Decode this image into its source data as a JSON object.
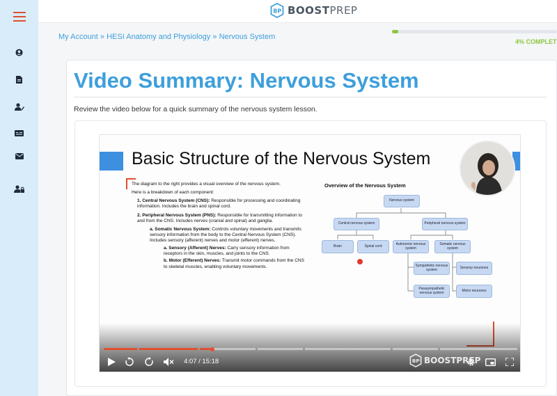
{
  "sidebar": {
    "items": [
      {
        "icon": "hamburger-menu-icon"
      },
      {
        "icon": "user-icon"
      },
      {
        "icon": "document-icon"
      },
      {
        "icon": "user-edit-icon"
      },
      {
        "icon": "billing-icon"
      },
      {
        "icon": "mail-icon"
      },
      {
        "icon": "user-lock-icon"
      }
    ]
  },
  "header": {
    "logo_bold": "BOOST",
    "logo_light": "PREP"
  },
  "breadcrumb": {
    "items": [
      "My Account",
      "HESI Anatomy and Physiology",
      "Nervous System"
    ],
    "separator": "»"
  },
  "progress": {
    "percent": 4,
    "label": "4% COMPLETE"
  },
  "page": {
    "title": "Video Summary: Nervous System",
    "intro": "Review the video below for a quick summary of the nervous system lesson."
  },
  "slide": {
    "title": "Basic Structure of the Nervous System",
    "intro": "The diagram to the right provides a visual overview of the nervous system.",
    "breakdown": "Here is a breakdown of each component:",
    "items": [
      {
        "num": "1.",
        "term": "Central Nervous System (CNS):",
        "text": "Responsible for processing and coordinating information. Includes the brain and spinal cord."
      },
      {
        "num": "2.",
        "term": "Peripheral Nervous System (PNS):",
        "text": "Responsible for transmitting information to and from the CNS. Includes nerves (cranial and spinal) and ganglia."
      }
    ],
    "sub_a": {
      "num": "a.",
      "term": "Somatic Nervous System:",
      "text": "Controls voluntary movements and transmits sensory information from the body to the Central Nervous System (CNS). Includes sensory (afferent) nerves and motor (efferent) nerves."
    },
    "sub_i": {
      "num": "a.",
      "term": "Sensory (Afferent) Nerves:",
      "text": "Carry sensory information from receptors in the skin, muscles, and joints to the CNS."
    },
    "sub_ii": {
      "num": "b.",
      "term": "Motor (Efferent) Nerves:",
      "text": "Transmit motor commands from the CNS to skeletal muscles, enabling voluntary movements."
    },
    "diagram_title": "Overview of the Nervous System",
    "nodes": {
      "root": "Nervous system",
      "cns": "Central nervous system",
      "pns": "Peripheral nervous system",
      "brain": "Brain",
      "spinal": "Spinal cord",
      "autonomic": "Autonomic nervous system",
      "somatic": "Somatic nervous system",
      "sympathetic": "Sympathetic nervous system",
      "parasympathetic": "Parasympathetic nervous system",
      "sensory": "Sensory neurones",
      "motor": "Motor neurones"
    }
  },
  "player": {
    "time": "4:07 / 15:18",
    "watermark": "BOOSTPREP",
    "played_fraction": 0.27
  }
}
